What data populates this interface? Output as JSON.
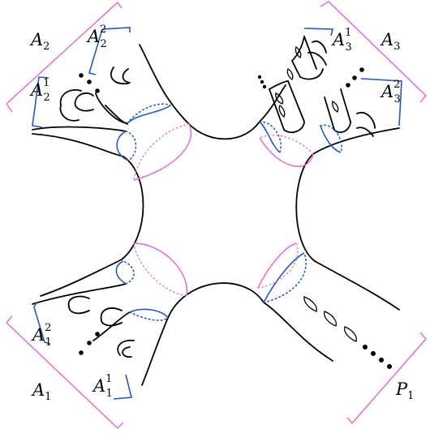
{
  "labels": {
    "A2": {
      "base": "A",
      "sub": "2"
    },
    "A2_2": {
      "base": "A",
      "sub": "2",
      "sup": "2"
    },
    "A2_1": {
      "base": "A",
      "sub": "2",
      "sup": "1"
    },
    "A3": {
      "base": "A",
      "sub": "3"
    },
    "A3_1": {
      "base": "A",
      "sub": "3",
      "sup": "1"
    },
    "A3_2": {
      "base": "A",
      "sub": "3",
      "sup": "2"
    },
    "A1": {
      "base": "A",
      "sub": "1"
    },
    "A1_2": {
      "base": "A",
      "sub": "1",
      "sup": "2"
    },
    "A1_1": {
      "base": "A",
      "sub": "1",
      "sup": "1"
    },
    "P1": {
      "base": "P",
      "sub": "1"
    }
  },
  "colors": {
    "curve": "#000000",
    "blue_bracket": "#2457c8",
    "pink_bracket": "#e66ad0"
  }
}
